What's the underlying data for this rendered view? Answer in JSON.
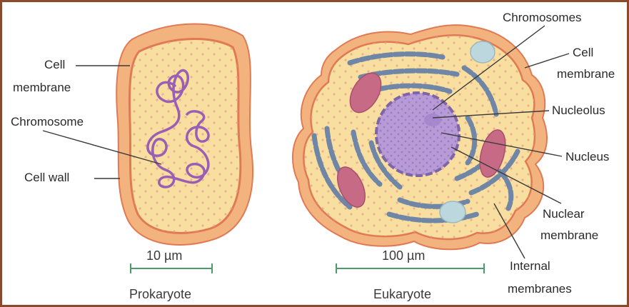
{
  "labels": {
    "prokaryote": {
      "cell_membrane_1": "Cell",
      "cell_membrane_2": "membrane",
      "chromosome": "Chromosome",
      "cell_wall": "Cell wall",
      "scale": "10 µm",
      "caption": "Prokaryote"
    },
    "eukaryote": {
      "chromosomes": "Chromosomes",
      "cell_membrane_1": "Cell",
      "cell_membrane_2": "membrane",
      "nucleolus": "Nucleolus",
      "nucleus": "Nucleus",
      "nuclear_membrane_1": "Nuclear",
      "nuclear_membrane_2": "membrane",
      "internal_membranes_1": "Internal",
      "internal_membranes_2": "membranes",
      "scale": "100 µm",
      "caption": "Eukaryote"
    }
  },
  "colors": {
    "frame": "#8b4a2c",
    "cytoplasm": "#f8dfa0",
    "cell_wall": "#f2b37e",
    "membrane": "#e07a55",
    "chromosome": "#9a5fb4",
    "nucleus": "#b79ad6",
    "internal_membranes": "#6f86a6",
    "mitochondria": "#c76a86",
    "vacuole": "#bcd8de",
    "scale_bar": "#4f9a6a"
  }
}
